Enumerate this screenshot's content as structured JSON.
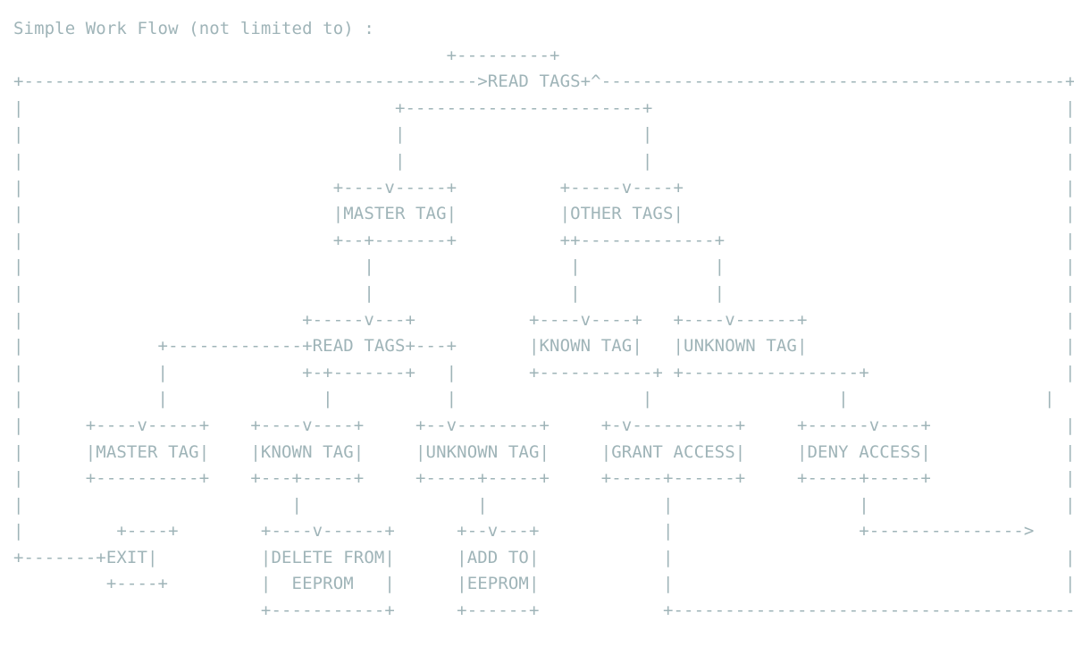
{
  "title": "Simple Work Flow (not limited to) :",
  "diagram_lines": [
    "                                          +---------+",
    "+-------------------------------------------->READ TAGS+^---------------------------------------------+",
    "|                                    +-----------------------+                                        |",
    "|                                    |                       |                                        |",
    "|                                    |                       |                                        |",
    "|                              +----v-----+          +-----v----+                                     |",
    "|                              |MASTER TAG|          |OTHER TAGS|                                     |",
    "|                              +--+-------+          ++-------------+                                 |",
    "|                                 |                   |             |                                 |",
    "|                                 |                   |             |                                 |",
    "|                           +-----v---+           +----v----+   +----v------+                         |",
    "|             +-------------+READ TAGS+---+       |KNOWN TAG|   |UNKNOWN TAG|                         |",
    "|             |             +-+-------+   |       +-----------+ +-----------------+                   |",
    "|             |               |           |                  |                  |                   |",
    "|      +----v-----+    +----v----+     +--v--------+     +-v----------+     +------v----+             |",
    "|      |MASTER TAG|    |KNOWN TAG|     |UNKNOWN TAG|     |GRANT ACCESS|     |DENY ACCESS|             |",
    "|      +----------+    +---+-----+     +-----+-----+     +-----+------+     +-----+-----+             |",
    "|                          |                 |                 |                  |                   |",
    "|         +----+        +----v------+      +--v---+            |                  +--------------->",
    "+-------+EXIT|          |DELETE FROM|      |ADD TO|            |                                      |",
    "         +----+         |  EEPROM   |      |EEPROM|            |                                      |",
    "                        +-----------+      +------+            +---------------------------------------+"
  ]
}
